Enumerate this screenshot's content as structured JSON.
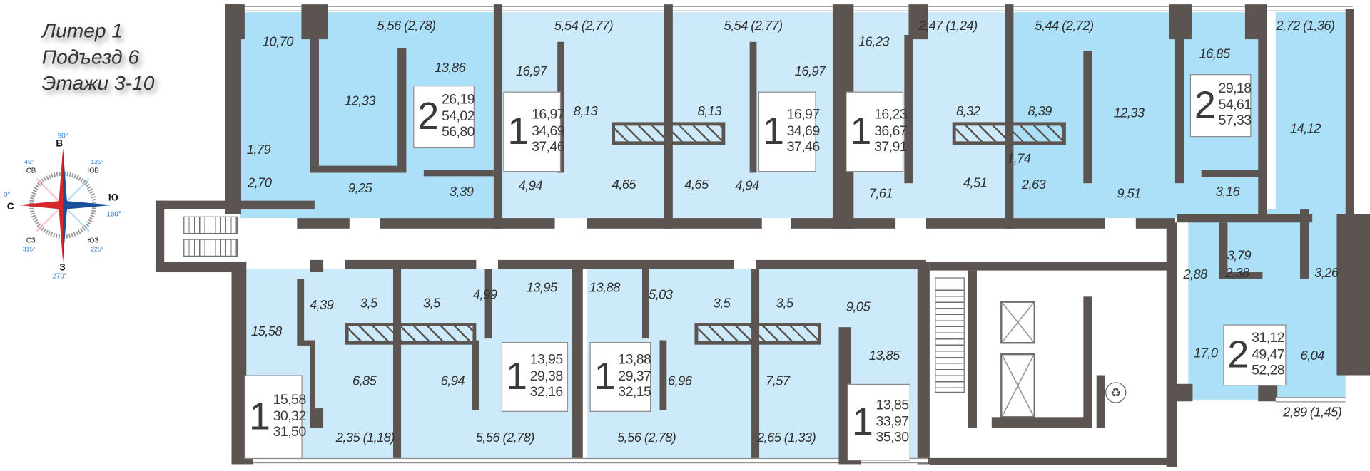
{
  "header": {
    "line1": "Литер 1",
    "line2": "Подъезд 6",
    "line3": "Этажи 3-10"
  },
  "compass": {
    "n": "С",
    "n_deg": "0°",
    "ne": "СВ",
    "ne_deg": "45°",
    "e": "В",
    "e_deg": "90°",
    "se": "ЮВ",
    "se_deg": "135°",
    "s": "Ю",
    "s_deg": "180°",
    "sw": "ЮЗ",
    "sw_deg": "225°",
    "w": "З",
    "w_deg": "270°",
    "nw": "СЗ",
    "nw_deg": "315°",
    "colors": {
      "red": "#d8262c",
      "blue": "#1b4f9c"
    }
  },
  "colors": {
    "two_room": "#ace0f8",
    "one_room": "#cdeafa",
    "wall": "#5b5450"
  },
  "apartments": [
    {
      "id": "a",
      "rooms": "2",
      "living": "26,19",
      "total": "54,02",
      "total_balcony": "56,80",
      "areas": [
        "10,70",
        "5,56 (2,78)",
        "12,33",
        "13,86",
        "1,79",
        "2,70",
        "9,25",
        "3,39"
      ]
    },
    {
      "id": "b",
      "rooms": "1",
      "living": "16,97",
      "total": "34,69",
      "total_balcony": "37,46",
      "areas": [
        "5,54 (2,77)",
        "16,97",
        "8,13",
        "4,94",
        "4,65"
      ]
    },
    {
      "id": "c",
      "rooms": "1",
      "living": "16,97",
      "total": "34,69",
      "total_balcony": "37,46",
      "areas": [
        "5,54 (2,77)",
        "8,13",
        "16,97",
        "4,65",
        "4,94"
      ]
    },
    {
      "id": "d",
      "rooms": "1",
      "living": "16,23",
      "total": "36,67",
      "total_balcony": "37,91",
      "areas": [
        "16,23",
        "2,47 (1,24)",
        "8,32",
        "7,61",
        "4,51"
      ]
    },
    {
      "id": "e",
      "rooms": "2",
      "living": "29,18",
      "total": "54,61",
      "total_balcony": "57,33",
      "areas": [
        "5,44 (2,72)",
        "8,39",
        "12,33",
        "16,85",
        "1,74",
        "2,63",
        "9,51",
        "3,16",
        "2,72 (1,36)",
        "14,12"
      ]
    },
    {
      "id": "f",
      "rooms": "2",
      "living": "31,12",
      "total": "49,47",
      "total_balcony": "52,28",
      "areas": [
        "3,79",
        "2,88",
        "2,38",
        "3,26",
        "17,0",
        "6,04",
        "2,89 (1,45)"
      ]
    },
    {
      "id": "g",
      "rooms": "1",
      "living": "15,58",
      "total": "30,32",
      "total_balcony": "31,50",
      "areas": [
        "15,58",
        "4,39",
        "3,5",
        "6,85",
        "2,35 (1,18)"
      ]
    },
    {
      "id": "h",
      "rooms": "1",
      "living": "13,95",
      "total": "29,38",
      "total_balcony": "32,16",
      "areas": [
        "3,5",
        "4,99",
        "13,95",
        "6,94",
        "5,56 (2,78)"
      ]
    },
    {
      "id": "i",
      "rooms": "1",
      "living": "13,88",
      "total": "29,37",
      "total_balcony": "32,15",
      "areas": [
        "13,88",
        "5,03",
        "3,5",
        "6,96",
        "5,56 (2,78)"
      ]
    },
    {
      "id": "j",
      "rooms": "1",
      "living": "13,85",
      "total": "33,97",
      "total_balcony": "35,30",
      "areas": [
        "3,5",
        "9,05",
        "13,85",
        "7,57",
        "2,65 (1,33)"
      ]
    }
  ]
}
